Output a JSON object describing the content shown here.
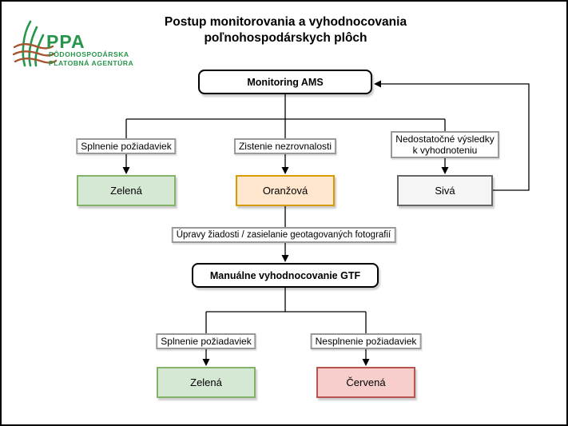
{
  "logo": {
    "acronym": "PPA",
    "name_line1": "PÔDOHOSPODÁRSKA",
    "name_line2": "PLATOBNÁ AGENTÚRA",
    "green": "#27964a",
    "brown": "#a5552f"
  },
  "title": {
    "line1": "Postup monitorovania a vyhodnocovania",
    "line2": "poľnohospodárskych plôch"
  },
  "flow": {
    "process_nodes": {
      "monitoring": "Monitoring AMS",
      "manual_gtf": "Manuálne vyhodnocovanie GTF"
    },
    "edge_labels": {
      "splnenie_1": "Splnenie požiadaviek",
      "zistenie": "Zistenie nezrovnalosti",
      "nedostatocne": "Nedostatočné výsledky k vyhodnoteniu",
      "upravy": "Úpravy žiadosti / zasielanie geotagovaných fotografií",
      "splnenie_2": "Splnenie požiadaviek",
      "nesplnenie": "Nesplnenie požiadaviek"
    },
    "status_nodes": {
      "zelena_1": {
        "label": "Zelená",
        "fill": "#d5e8d4",
        "border": "#82b366"
      },
      "oranzova": {
        "label": "Oranžová",
        "fill": "#ffe6cc",
        "border": "#d79b00"
      },
      "siva": {
        "label": "Sivá",
        "fill": "#f5f5f5",
        "border": "#666666"
      },
      "zelena_2": {
        "label": "Zelená",
        "fill": "#d5e8d4",
        "border": "#82b366"
      },
      "cervena": {
        "label": "Červená",
        "fill": "#f8cecc",
        "border": "#b85450"
      }
    },
    "line_color": "#000000",
    "edge_label_border_color": "#999999"
  }
}
